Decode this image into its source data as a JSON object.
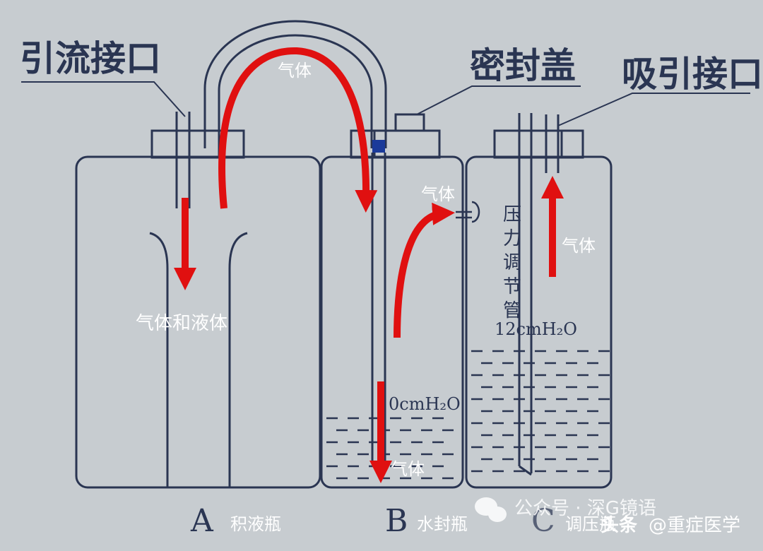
{
  "labels": {
    "drain_port": "引流接口",
    "seal_cap": "密封盖",
    "suction_port": "吸引接口",
    "gas_top": "气体",
    "gas_b_out": "气体",
    "gas_c": "气体",
    "gas_b_bottom": "气体",
    "gas_and_liquid": "气体和液体",
    "pressure_tube_1": "压",
    "pressure_tube_2": "力",
    "pressure_tube_3": "调",
    "pressure_tube_4": "节",
    "pressure_tube_5": "管",
    "level_c": "12cmH₂O",
    "level_b": "0cmH₂O"
  },
  "bottles": [
    {
      "letter": "A",
      "name": "积液瓶"
    },
    {
      "letter": "B",
      "name": "水封瓶"
    },
    {
      "letter": "C",
      "name": "调压瓶"
    }
  ],
  "watermark": {
    "left": "公众号 · 深G镜语",
    "right_prefix": "头条",
    "right_handle": "@重症医学"
  },
  "colors": {
    "line": "#2a3552",
    "arrow": "#e01010",
    "background": "#c7ccd0"
  }
}
